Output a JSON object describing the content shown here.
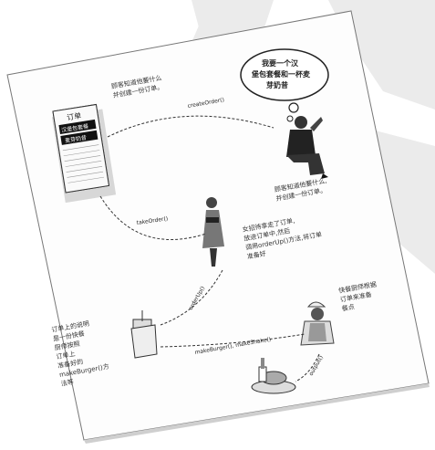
{
  "image": {
    "type": "photo-of-printed-page",
    "thought_bubble_text": [
      "我要一个汉",
      "堡包套餐和一杯麦",
      "芽奶昔"
    ],
    "order_label_title": "订单",
    "order_label_items": [
      "汉堡包套餐",
      "麦芽奶昔"
    ],
    "arrow_labels": [
      "createOrder()",
      "takeOrder()",
      "orderUp()",
      "makeBurger(), makeShake()",
      "output()"
    ],
    "captions": {
      "top": [
        "顾客知道他要什么",
        "并创建一份订单。"
      ],
      "customer_side": [
        "顾客知道他要什么,",
        "并创建一份订单。"
      ],
      "waitress": [
        "女招待拿走了订单,",
        "放进订单中,然后",
        "调用orderUp()方法,将订单",
        "准备好"
      ],
      "cook": [
        "快餐厨师根据",
        "订单来准备",
        "餐点"
      ],
      "order_slip": [
        "订单上的说明",
        "是一份快餐",
        "厨师按照",
        "订单上",
        "准备好的",
        "makeBurger()方",
        "法等"
      ]
    }
  }
}
